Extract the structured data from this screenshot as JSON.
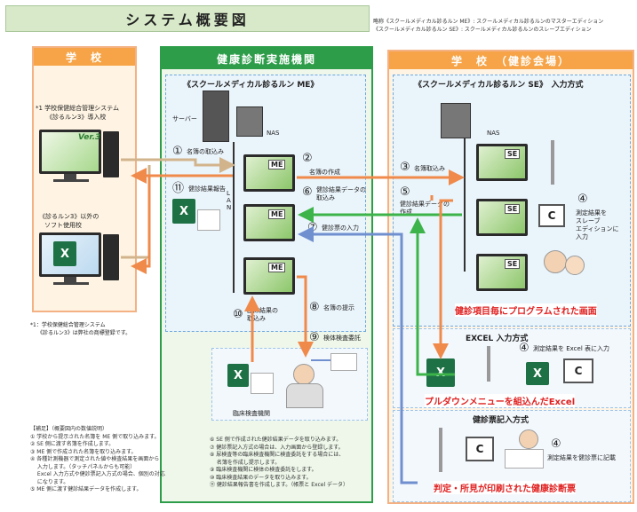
{
  "title": "システム概要図",
  "top_notes": [
    "略称《スクールメディカル診るルン ME》: スクールメディカル診るルンのマスターエディション",
    "《スクールメディカル診るルン SE》: スクールメディカル診るルンのスレーブエディション"
  ],
  "left_panel": {
    "header": "学　校",
    "text1": "*1 学校保健総合管理システム",
    "text2": "《診るルン3》導入校",
    "text3": "《診るルン3》以外の",
    "text4": "ソフト使用校",
    "ver_label": "Ver.3",
    "footnote1": "*1：学校保健総合管理システム",
    "footnote2": "《診るルン3》は弊社の商標登録です。"
  },
  "mid_panel": {
    "header": "健康診断実施機関",
    "subtitle": "《スクールメディカル診るルン ME》",
    "server_label": "サーバー",
    "nas_label": "NAS",
    "lan_label": "L A N",
    "me_label": "ME",
    "step1_num": "①",
    "step1": "名簿の取込み",
    "step2_num": "②",
    "step2": "名簿の作成",
    "step6_num": "⑥",
    "step6a": "健診結果データの",
    "step6b": "取込み",
    "step7_num": "⑦",
    "step7": "健診票の入力",
    "step8_num": "⑧",
    "step8": "名簿の提示",
    "step9_num": "⑨",
    "step9": "検体検査委託",
    "step10_num": "⑩",
    "step10a": "臨床結果の",
    "step10b": "取込み",
    "step11_num": "⑪",
    "step11": "健診結果報告",
    "lab_label": "臨床検査機関"
  },
  "right_panel": {
    "header": "学　校　（健診会場）",
    "subtitle": "《スクールメディカル診るルン SE》　入力方式",
    "nas_label": "NAS",
    "se_label": "SE",
    "step3_num": "③",
    "step3": "名簿取込み",
    "step5_num": "⑤",
    "step5a": "健診結果データの",
    "step5b": "作成",
    "step4_num": "④",
    "step4a": "測定結果を",
    "step4b": "スレーブ",
    "step4c": "エディションに",
    "step4d": "入力",
    "red1": "健診項目毎にプログラムされた画面",
    "excel_header": "EXCEL 入力方式",
    "excel_step_num": "④",
    "excel_step": "測定結果を Excel 表に入力",
    "red2": "プルダウンメニューを組込んだExcel",
    "sheet_header": "健診票記入方式",
    "sheet_step_num": "④",
    "sheet_step": "測定結果を健診票に記載",
    "red3": "判定・所見が印刷された健康診断票"
  },
  "bottom_notes": {
    "left": [
      "【補足】（概要図内の数値説明）",
      "① 学校から提示された名簿を ME 側で取り込みます。",
      "② SE 側に渡す名簿を作成します。",
      "③ ME 側で作成された名簿を取り込みます。",
      "④ 各種計測機器で測定された値や検査結果を画面から",
      "　 入力します。（タッチパネルからも可能）",
      "　 Excel 入力方式や健診票記入方式の場合、個別の対応",
      "　 になります。",
      "⑤ ME 側に渡す健診結果データを作成します。"
    ],
    "right": [
      "⑥ SE 側で作成された健診結果データを取り込みます。",
      "⑦ 健診票記入方式の場合は、入力画面から登録します。",
      "⑧ 尿検査等の臨床検査機関に検査委託をする場合には、",
      "　 名簿を作成し提示します。",
      "⑨ 臨床検査機関に検体の検査委託をします。",
      "⑩ 臨床検査結果のデータを取り込みます。",
      "⑪ 健診結果報告書を作成します。（帳票と Excel データ）"
    ]
  },
  "icons": [
    "server-icon",
    "nas-icon",
    "monitor-icon",
    "pc-tower-icon",
    "excel-icon",
    "document-icon",
    "scale-icon",
    "height-meter-icon",
    "doctor-icon",
    "eye-chart-icon"
  ],
  "colors": {
    "orange_arrow": "#f08a4b",
    "green_arrow": "#3cb44a",
    "blue_arrow": "#6f8fcf",
    "tan_arrow": "#d2b48c",
    "green_panel": "#2e9d4a",
    "orange_panel": "#f6a447",
    "red_text": "#e02020"
  }
}
